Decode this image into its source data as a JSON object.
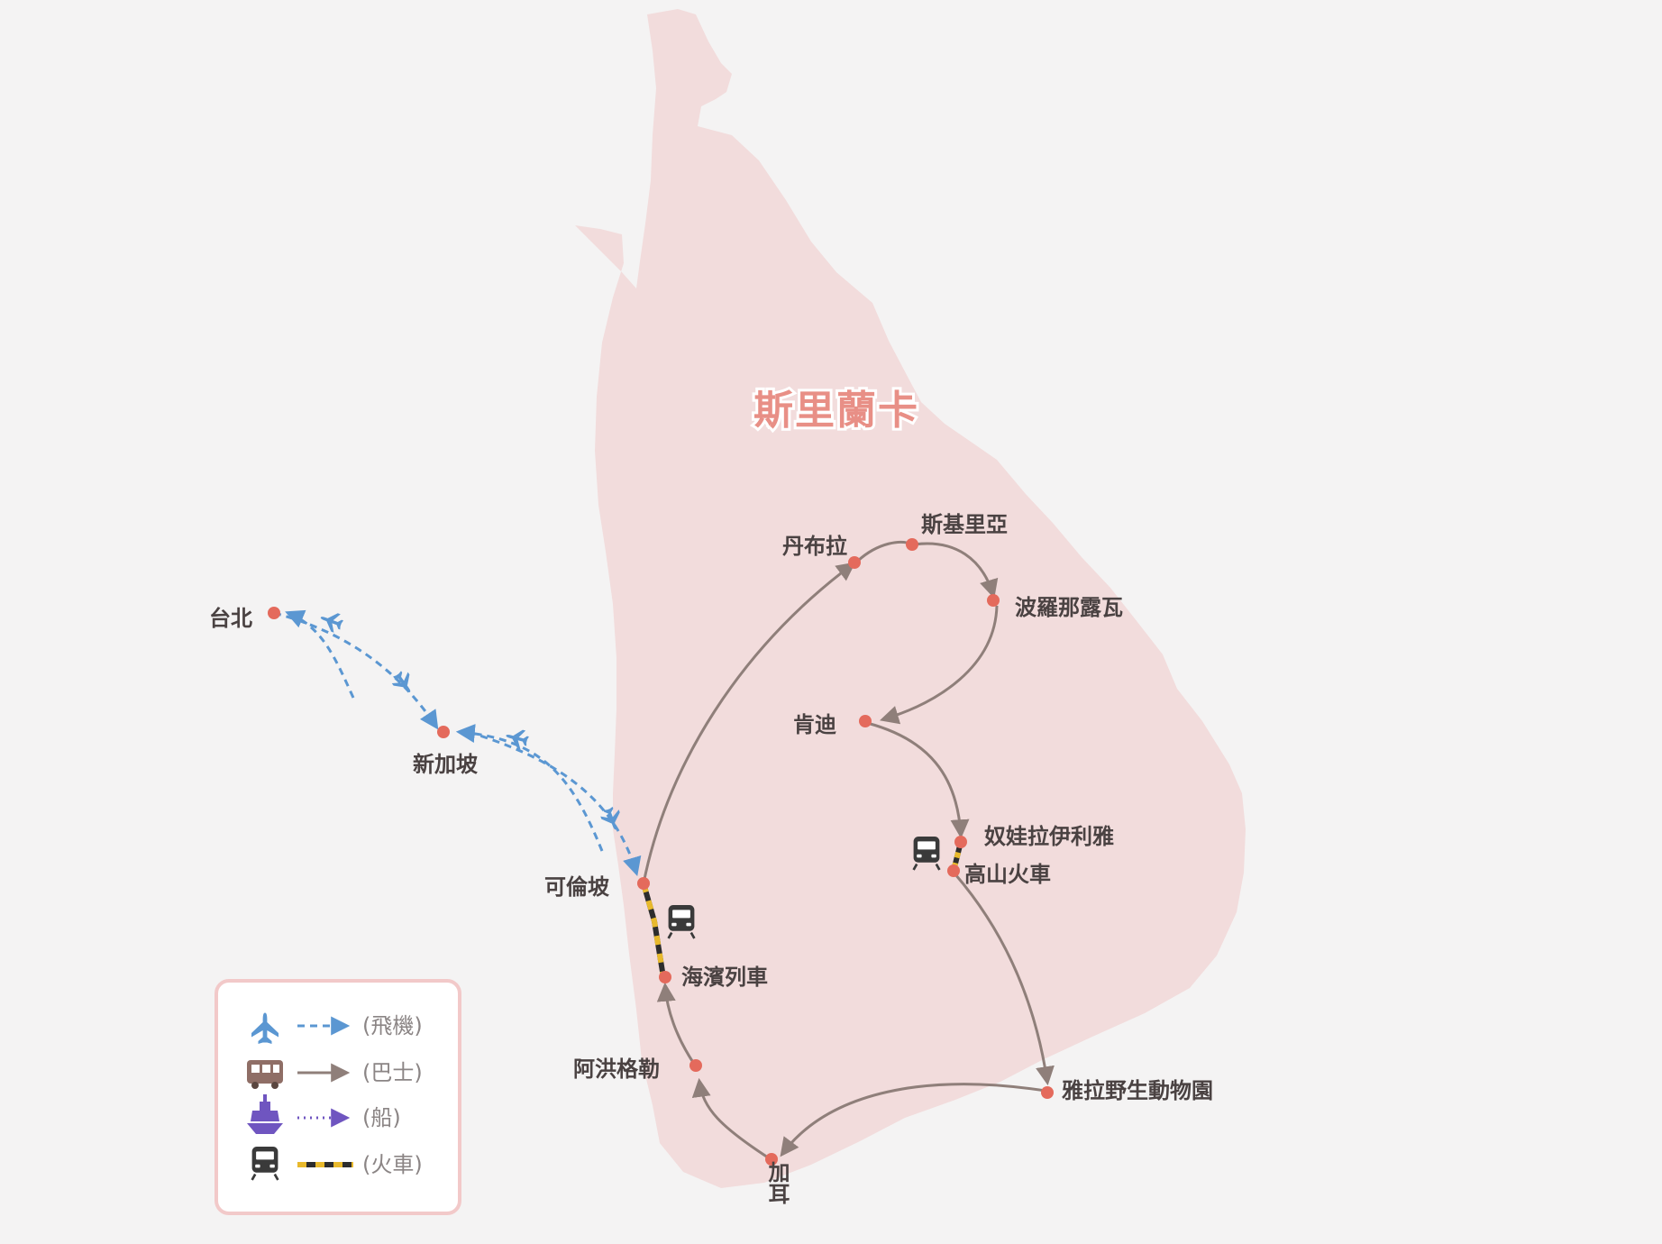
{
  "country": {
    "name": "斯里蘭卡"
  },
  "places": [
    {
      "id": "taipei",
      "label": "台北"
    },
    {
      "id": "singapore",
      "label": "新加坡"
    },
    {
      "id": "colombo",
      "label": "可倫坡"
    },
    {
      "id": "seaside-train",
      "label": "海濱列車"
    },
    {
      "id": "ahungalla",
      "label": "阿洪格勒"
    },
    {
      "id": "galle",
      "label": "加耳"
    },
    {
      "id": "yala",
      "label": "雅拉野生動物園"
    },
    {
      "id": "mountain-train",
      "label": "高山火車"
    },
    {
      "id": "nuwara-eliya",
      "label": "奴娃拉伊利雅"
    },
    {
      "id": "kandy",
      "label": "肯迪"
    },
    {
      "id": "polonnaruwa",
      "label": "波羅那露瓦"
    },
    {
      "id": "sigiriya",
      "label": "斯基里亞"
    },
    {
      "id": "dambulla",
      "label": "丹布拉"
    }
  ],
  "legend": {
    "items": [
      {
        "icon": "airplane-icon",
        "label": "(飛機)"
      },
      {
        "icon": "bus-icon",
        "label": "(巴士)"
      },
      {
        "icon": "ship-icon",
        "label": "(船)"
      },
      {
        "icon": "train-icon",
        "label": "(火車)"
      }
    ]
  },
  "colors": {
    "land": "#f2dcdc",
    "flight": "#5b97d2",
    "bus": "#8f7f7a",
    "ship": "#6f55c0",
    "train_dark": "#2d2d2d",
    "train_yellow": "#e8b92c",
    "marker": "#e46a5c",
    "legend_border": "#f2c9c9"
  }
}
